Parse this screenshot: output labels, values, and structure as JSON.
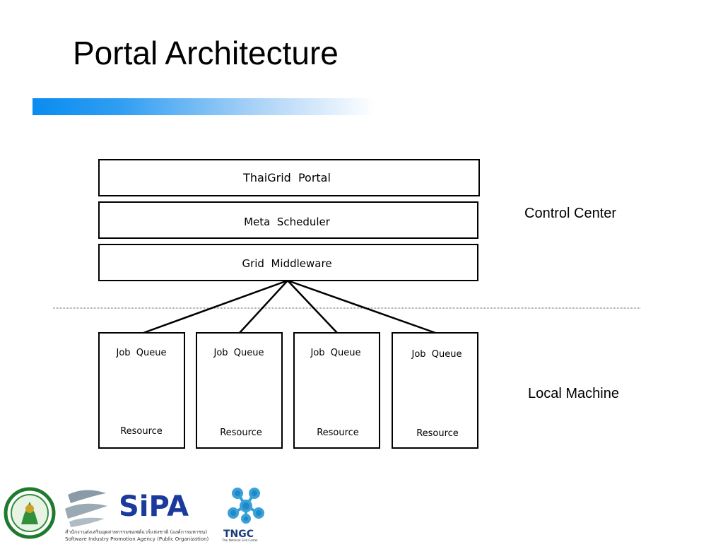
{
  "slide": {
    "title": "Portal Architecture",
    "accent_color": "#0a8cf0"
  },
  "diagram": {
    "layers": [
      {
        "label": "ThaiGrid  Portal"
      },
      {
        "label": "Meta  Scheduler"
      },
      {
        "label": "Grid  Middleware"
      }
    ],
    "machines": [
      {
        "queue_label": "Job  Queue",
        "resource_label": "Resource"
      },
      {
        "queue_label": "Job  Queue",
        "resource_label": "Resource"
      },
      {
        "queue_label": "Job  Queue",
        "resource_label": "Resource"
      },
      {
        "queue_label": "Job  Queue",
        "resource_label": "Resource"
      }
    ],
    "regions": {
      "upper": "Control Center",
      "lower": "Local Machine"
    }
  },
  "footer_logos": {
    "sipa_name": "SiPA",
    "sipa_thai": "สำนักงานส่งเสริมอุตสาหกรรมซอฟต์แวร์แห่งชาติ (องค์การมหาชน)",
    "sipa_english": "Software Industry Promotion Agency (Public Organization)",
    "tngc_name": "TNGC",
    "tngc_full": "Thai National Grid Center"
  }
}
